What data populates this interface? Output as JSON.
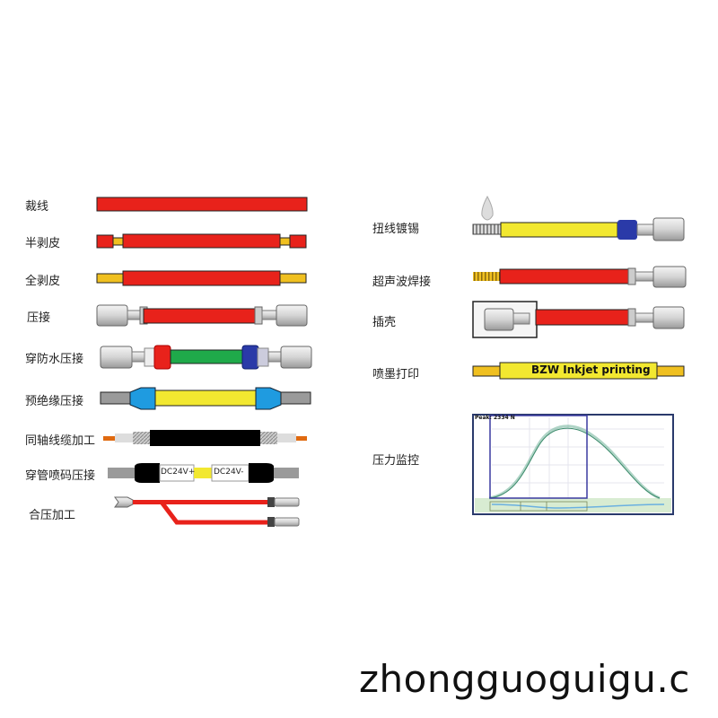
{
  "left_steps": [
    {
      "label": "裁线"
    },
    {
      "label": "半剥皮"
    },
    {
      "label": "全剥皮"
    },
    {
      "label": "压接"
    },
    {
      "label": "穿防水压接"
    },
    {
      "label": "预绝缘压接"
    },
    {
      "label": "同轴线缆加工"
    },
    {
      "label": "穿管喷码压接",
      "tube_labels": [
        "DC24V+",
        "DC24V-"
      ]
    },
    {
      "label": "合压加工"
    }
  ],
  "right_steps": [
    {
      "label": "扭线镀锡"
    },
    {
      "label": "超声波焊接"
    },
    {
      "label": "插壳"
    },
    {
      "label": "喷墨打印",
      "print_text": "BZW Inkjet printing"
    },
    {
      "label": "压力监控",
      "chart_peak": "Peak: 2334 N"
    }
  ],
  "watermark": "zhongguoguigu.c",
  "colors": {
    "red": "#e8221b",
    "yellow": "#f2e830",
    "green": "#1faa4a",
    "blue": "#1f9be0",
    "navy": "#2a3a8c"
  }
}
